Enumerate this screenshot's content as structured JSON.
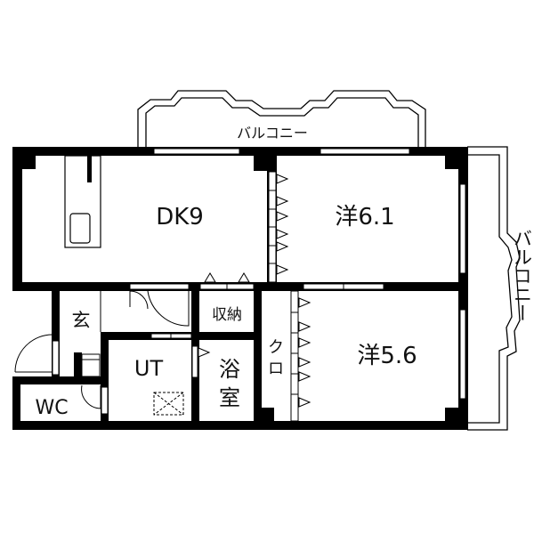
{
  "floor_plan": {
    "balcony_top": "バルコニー",
    "balcony_right": "バルコニー",
    "rooms": {
      "dk": "DK9",
      "western1": "洋6.1",
      "western2": "洋5.6",
      "entrance": "玄",
      "storage": "収納",
      "utility": "UT",
      "bath_top": "浴",
      "bath_bottom": "室",
      "closet_top": "ク",
      "closet_bottom": "ロ",
      "wc": "WC"
    },
    "colors": {
      "wall": "#000000",
      "background": "#ffffff"
    }
  }
}
